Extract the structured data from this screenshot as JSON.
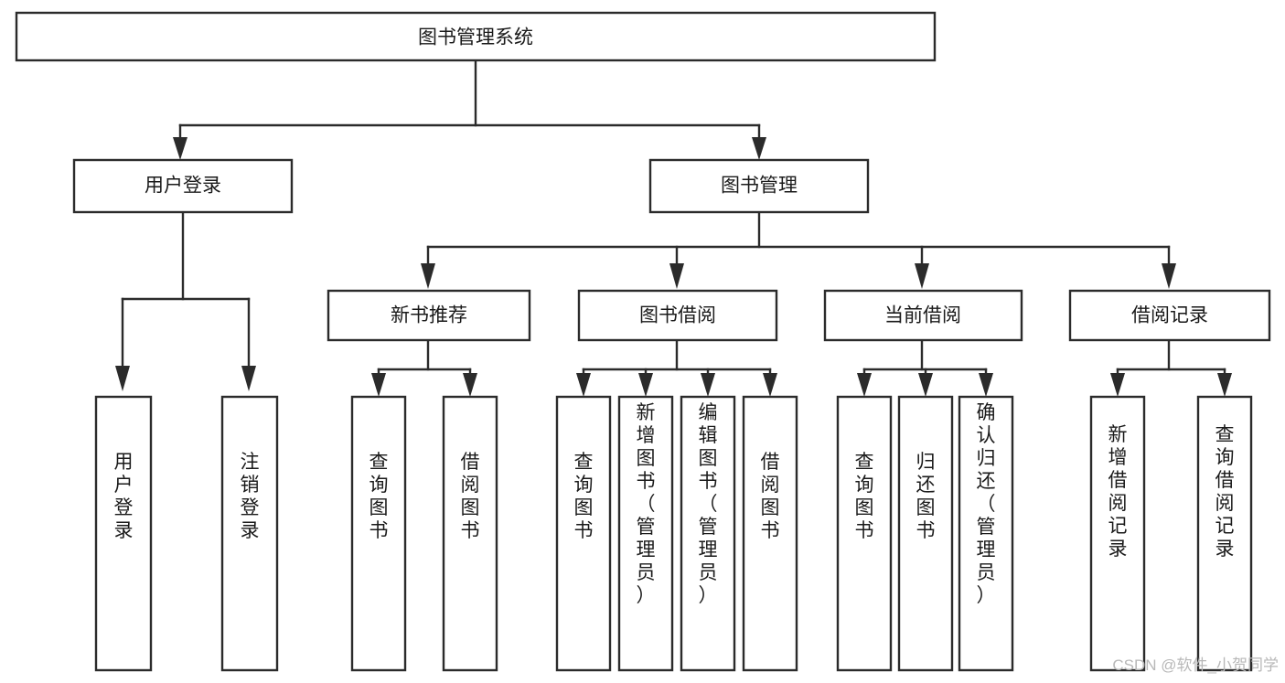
{
  "diagram": {
    "title": "图书管理系统",
    "type": "hierarchy-tree",
    "root": {
      "label": "图书管理系统"
    },
    "level1": [
      {
        "label": "用户登录"
      },
      {
        "label": "图书管理"
      }
    ],
    "level2": [
      {
        "label": "新书推荐"
      },
      {
        "label": "图书借阅"
      },
      {
        "label": "当前借阅"
      },
      {
        "label": "借阅记录"
      }
    ],
    "leaves": {
      "user_login": [
        {
          "label": "用户登录"
        },
        {
          "label": "注销登录"
        }
      ],
      "new_book_recommend": [
        {
          "label": "查询图书"
        },
        {
          "label": "借阅图书"
        }
      ],
      "book_borrow": [
        {
          "label": "查询图书"
        },
        {
          "label": "新增图书（管理员）"
        },
        {
          "label": "编辑图书（管理员）"
        },
        {
          "label": "借阅图书"
        }
      ],
      "current_borrow": [
        {
          "label": "查询图书"
        },
        {
          "label": "归还图书"
        },
        {
          "label": "确认归还（管理员）"
        }
      ],
      "borrow_record": [
        {
          "label": "新增借阅记录"
        },
        {
          "label": "查询借阅记录"
        }
      ]
    }
  },
  "watermark": {
    "text": "CSDN @软件_小贺同学"
  },
  "colors": {
    "stroke": "#2b2b2b",
    "fill": "#ffffff",
    "text": "#1a1a1a",
    "watermark": "#b8b8b8"
  }
}
